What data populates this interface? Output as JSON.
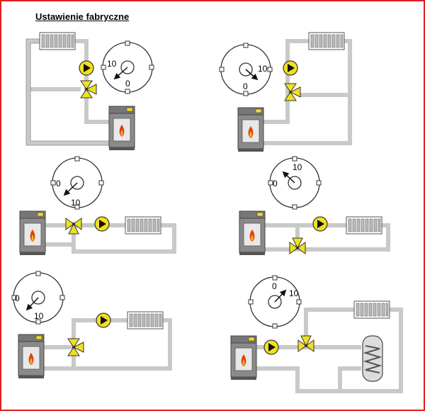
{
  "title": "Ustawienie fabryczne",
  "dial_labels": {
    "zero": "0",
    "ten": "10"
  },
  "colors": {
    "frame": "#e02020",
    "pipe": "#c9c9c9",
    "valve": "#f0e020",
    "boiler": "#8a8a8a",
    "flame": "#e04010"
  },
  "icons": [
    "radiator-icon",
    "pump-icon",
    "three-way-valve-icon",
    "boiler-icon",
    "dial-icon",
    "water-heater-icon"
  ]
}
